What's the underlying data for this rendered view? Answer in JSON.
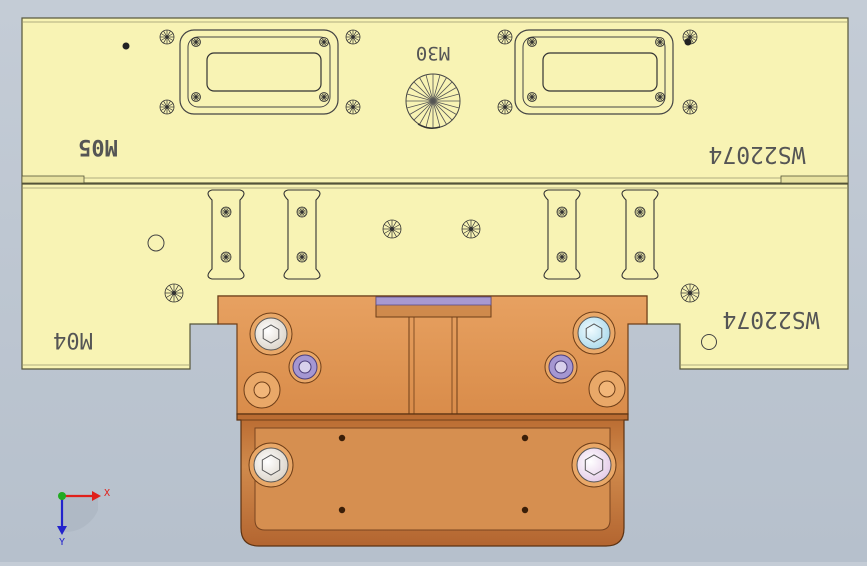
{
  "labels": {
    "top_left": "M05",
    "top_center": "M30",
    "top_right": "WS22074",
    "mid_left": "M04",
    "mid_right": "WS22074"
  },
  "triad": {
    "x_label": "X",
    "y_label": "Y",
    "x_color": "#e0201a",
    "y_color": "#2222cc",
    "origin_color": "#22aa22"
  },
  "colors": {
    "plate_fill": "#f8f3b4",
    "plate_edge": "#55553a",
    "block_fill": "#e39a56",
    "block_dark": "#b8692e",
    "slot_purple": "#9d90c8",
    "background": "#c4ccd6"
  }
}
